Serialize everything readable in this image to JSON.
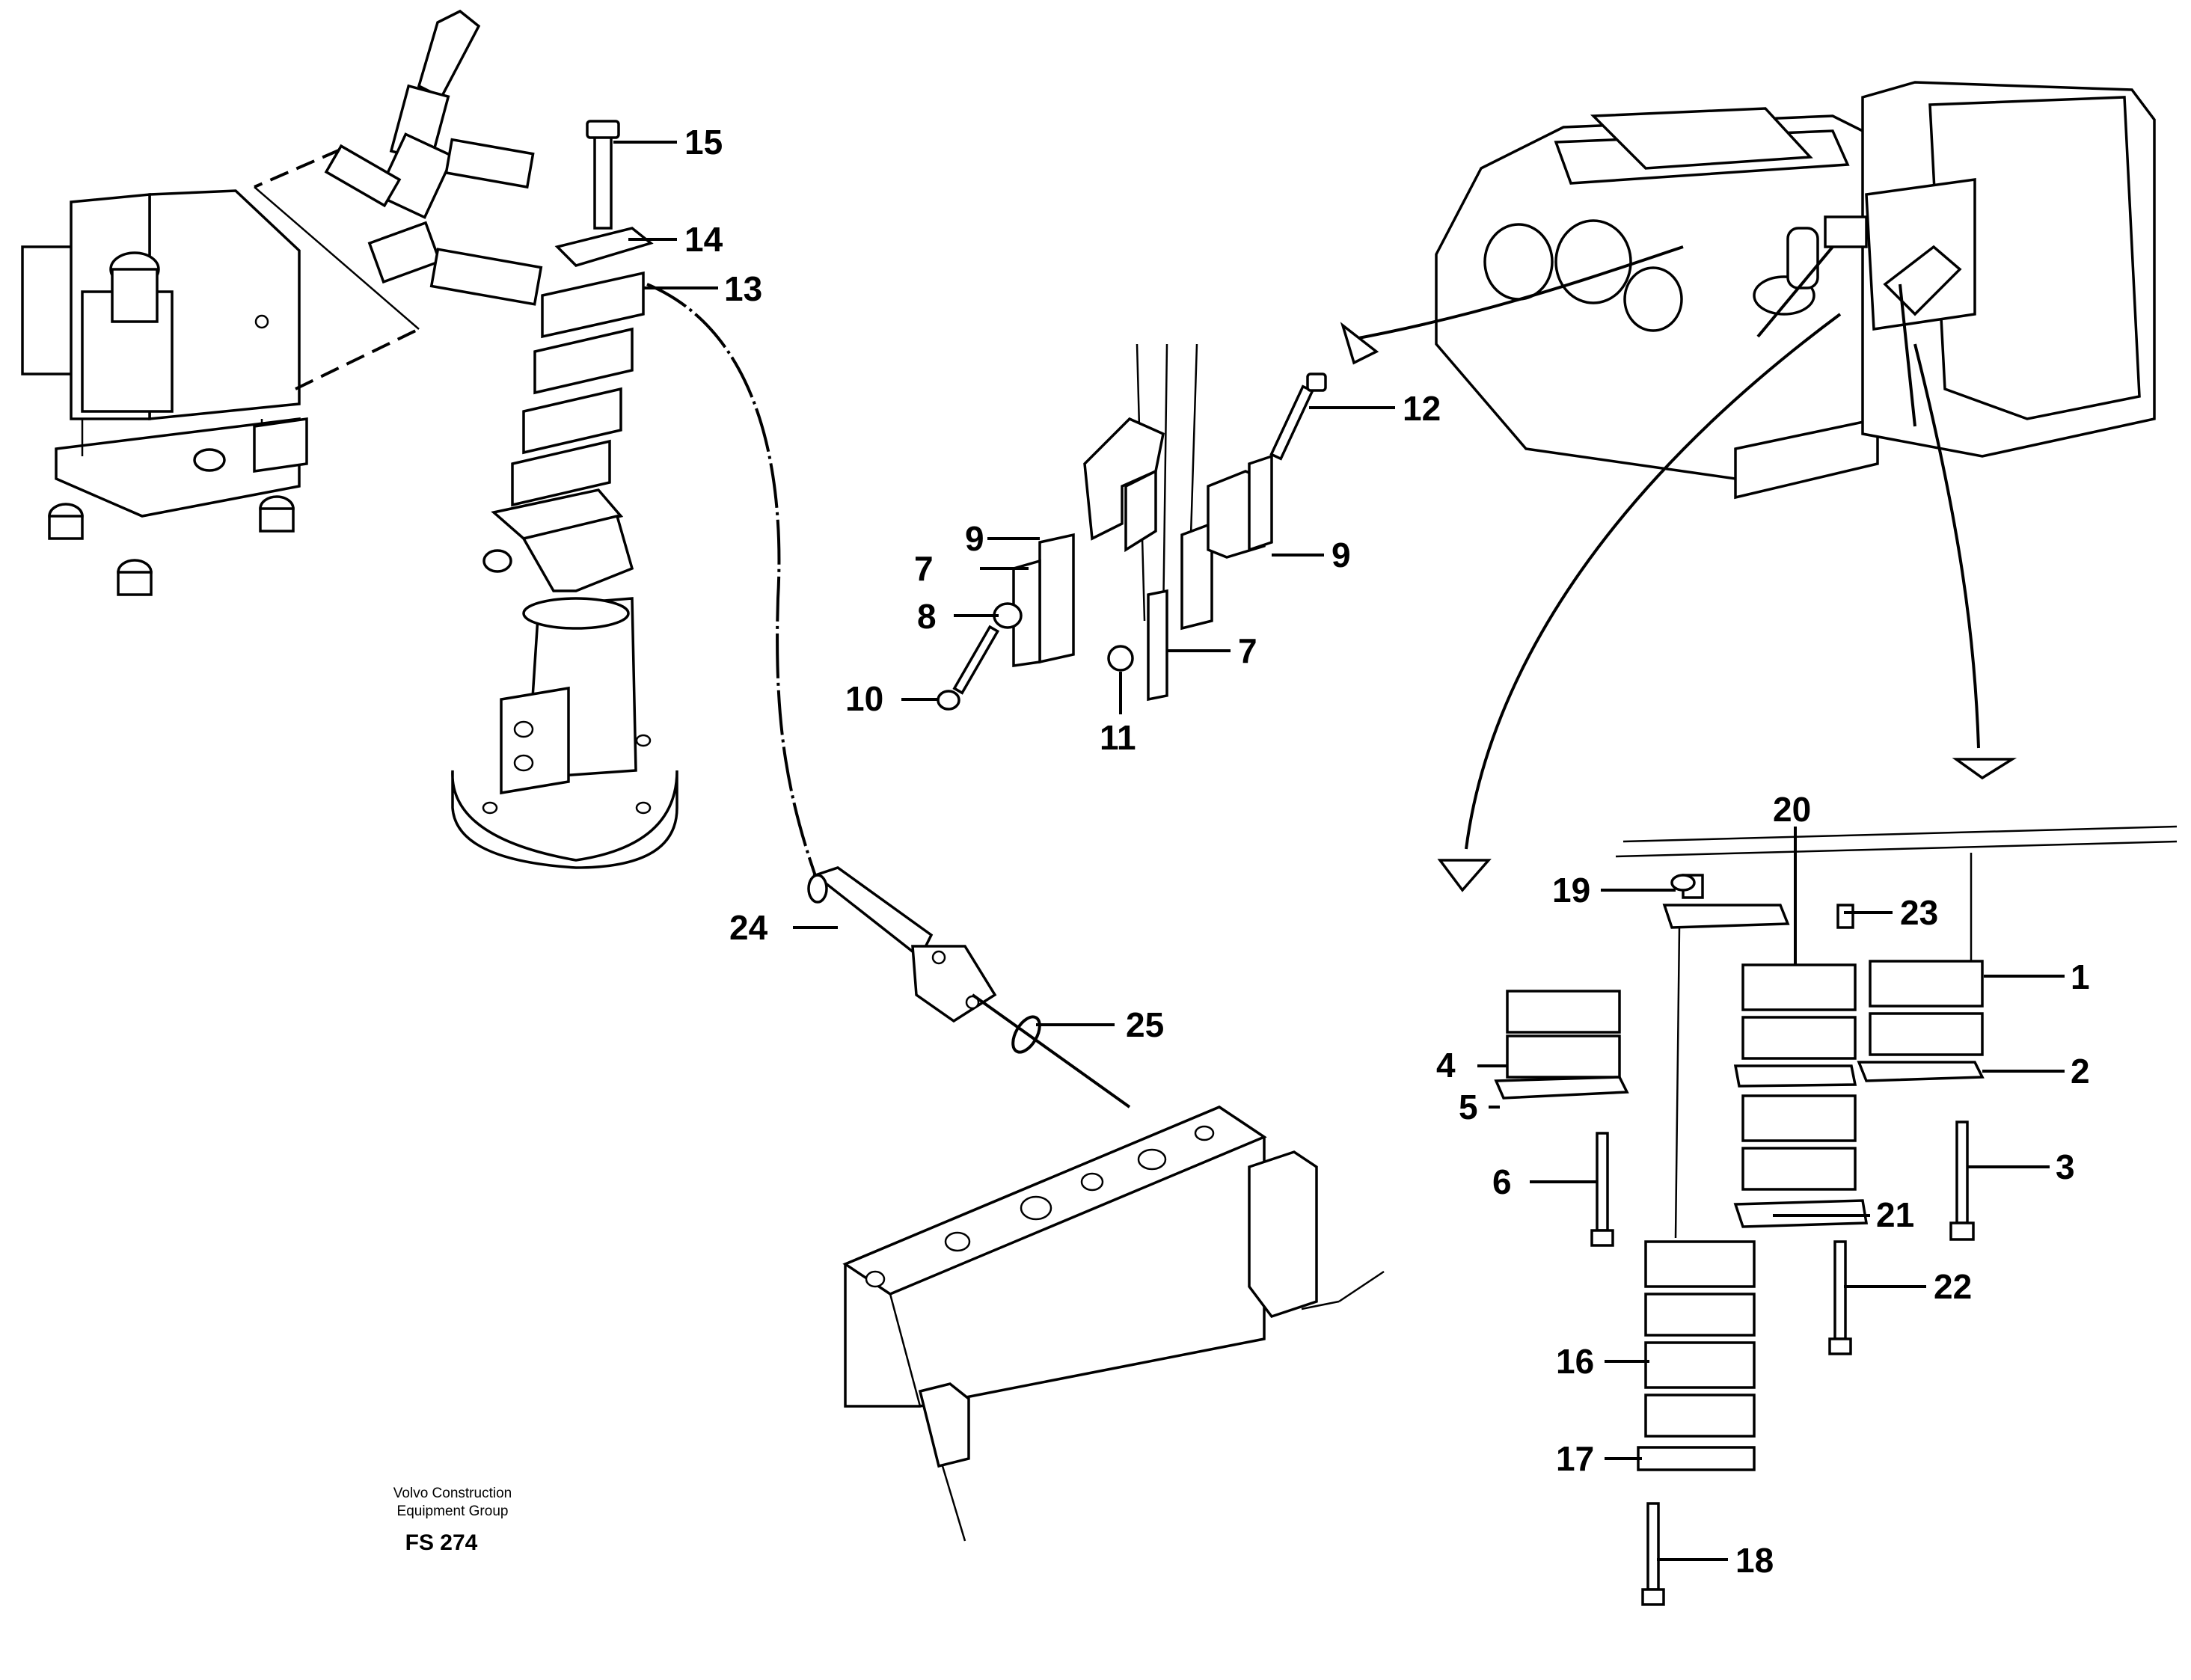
{
  "callouts": {
    "c1": "1",
    "c2": "2",
    "c3": "3",
    "c4": "4",
    "c5": "5",
    "c6": "6",
    "c7a": "7",
    "c7b": "7",
    "c8": "8",
    "c9a": "9",
    "c9b": "9",
    "c10": "10",
    "c11": "11",
    "c12": "12",
    "c13": "13",
    "c14": "14",
    "c15": "15",
    "c16": "16",
    "c17": "17",
    "c18": "18",
    "c19": "19",
    "c20": "20",
    "c21": "21",
    "c22": "22",
    "c23": "23",
    "c24": "24",
    "c25": "25"
  },
  "footer": {
    "company_line1": "Volvo Construction",
    "company_line2": "Equipment Group",
    "code": "FS 274"
  }
}
